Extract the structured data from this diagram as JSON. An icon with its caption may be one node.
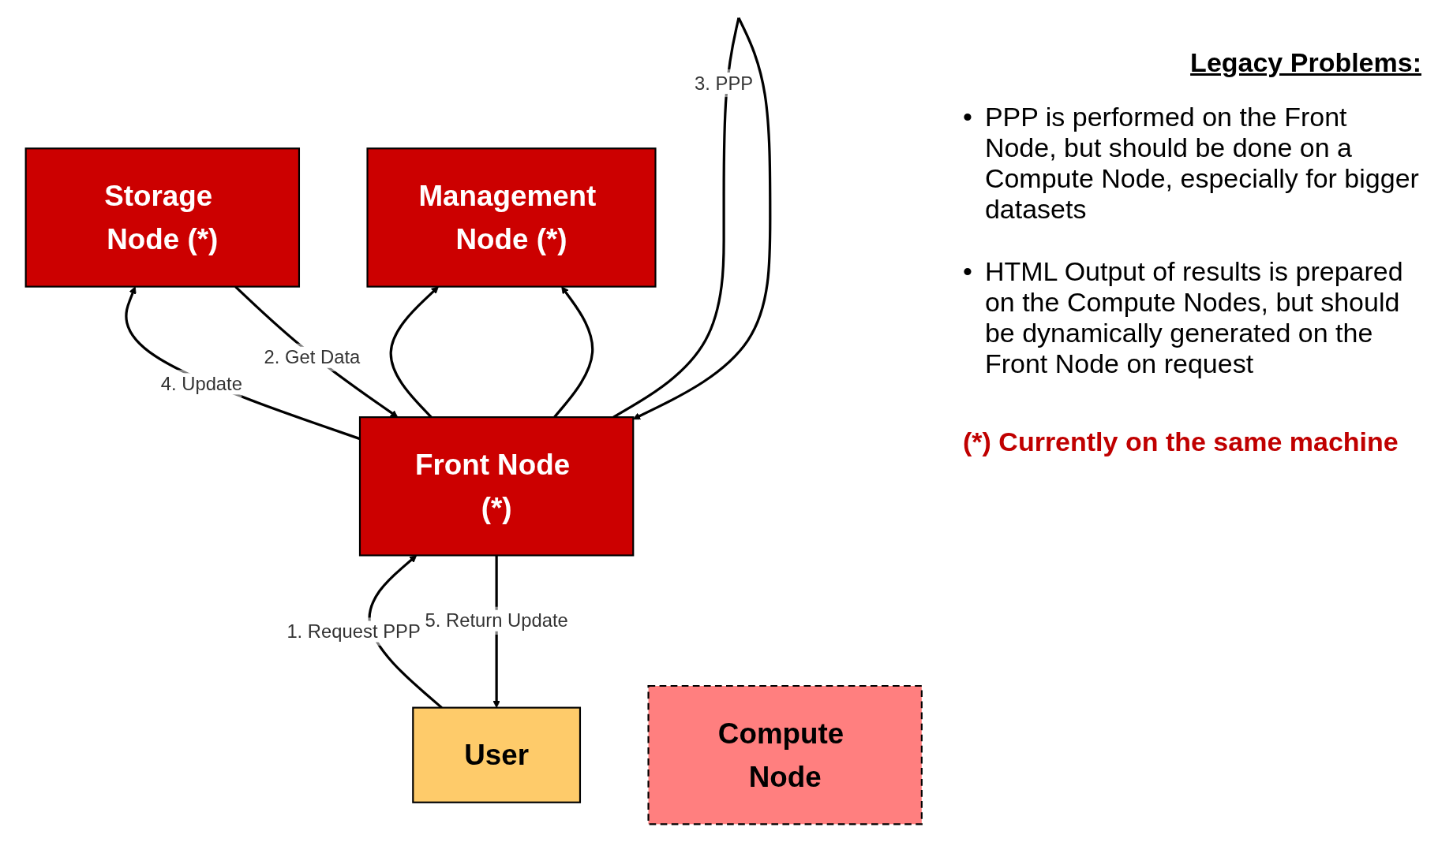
{
  "diagram": {
    "nodes": [
      {
        "text": [
          "User"
        ]
      },
      {
        "text": [
          "Storage Node (*)"
        ]
      },
      {
        "text": [
          "Management Node (*)"
        ]
      },
      {
        "text": [
          "Front Node (*)"
        ]
      },
      {
        "text": [
          "Compute Node"
        ]
      }
    ],
    "edges": [
      {
        "from": 0,
        "to": 3,
        "arrow": "to",
        "label": "1. Request PPP"
      },
      {
        "from": 3,
        "to": 0,
        "arrow": "to",
        "label": "5. Return Update"
      },
      {
        "from": 3,
        "to": 3,
        "arrow": "to",
        "label": "3. PPP"
      },
      {
        "from": 3,
        "to": 1,
        "arrow": "to",
        "label": "4. Update"
      },
      {
        "from": 3,
        "to": 2,
        "arrow": "to"
      },
      {
        "from": 3,
        "to": 2,
        "arrow": "to"
      },
      {
        "from": 1,
        "to": 3,
        "arrow": "to",
        "label": "2. Get Data"
      }
    ],
    "labels": [
      "Legacy Problems:",
      "•",
      "PPP is performed on the Front Node, but should be done on a Compute Node, especially for bigger datasets",
      "•",
      "HTML Output of results is prepared on the Compute Nodes, but should be dynamically generated on the Front Node on request",
      "(*) Currently on the same machine"
    ]
  }
}
